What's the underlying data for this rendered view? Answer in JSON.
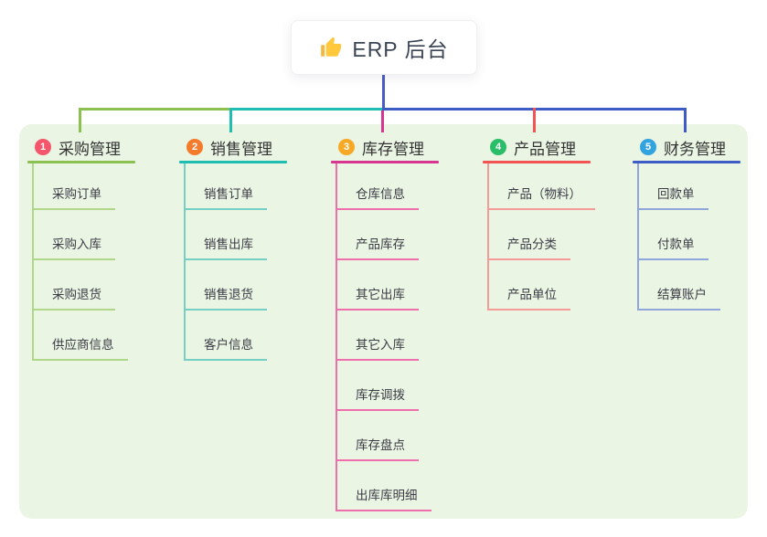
{
  "root": {
    "label": "ERP 后台",
    "icon": "thumbs-up-icon",
    "connector_color": "#4a5bc8"
  },
  "canvas": {
    "panel_color": "#eaf5e4",
    "background_color": "#ffffff"
  },
  "branches": [
    {
      "num": "1",
      "title": "采购管理",
      "badge_color": "#f4566b",
      "color": "#8cc152",
      "light_color": "#afd78a",
      "items": [
        "采购订单",
        "采购入库",
        "采购退货",
        "供应商信息"
      ]
    },
    {
      "num": "2",
      "title": "销售管理",
      "badge_color": "#f57b2c",
      "color": "#1fbdb2",
      "light_color": "#76cfc5",
      "items": [
        "销售订单",
        "销售出库",
        "销售退货",
        "客户信息"
      ]
    },
    {
      "num": "3",
      "title": "库存管理",
      "badge_color": "#f7a926",
      "color": "#d6368f",
      "light_color": "#ef6fac",
      "items": [
        "仓库信息",
        "产品库存",
        "其它出库",
        "其它入库",
        "库存调拨",
        "库存盘点",
        "出库库明细"
      ]
    },
    {
      "num": "4",
      "title": "产品管理",
      "badge_color": "#2bbe69",
      "color": "#f25454",
      "light_color": "#f59b97",
      "items": [
        "产品（物料）",
        "产品分类",
        "产品单位"
      ]
    },
    {
      "num": "5",
      "title": "财务管理",
      "badge_color": "#31a4e0",
      "color": "#3f5bc6",
      "light_color": "#8ea6db",
      "items": [
        "回款单",
        "付款单",
        "结算账户"
      ]
    }
  ]
}
